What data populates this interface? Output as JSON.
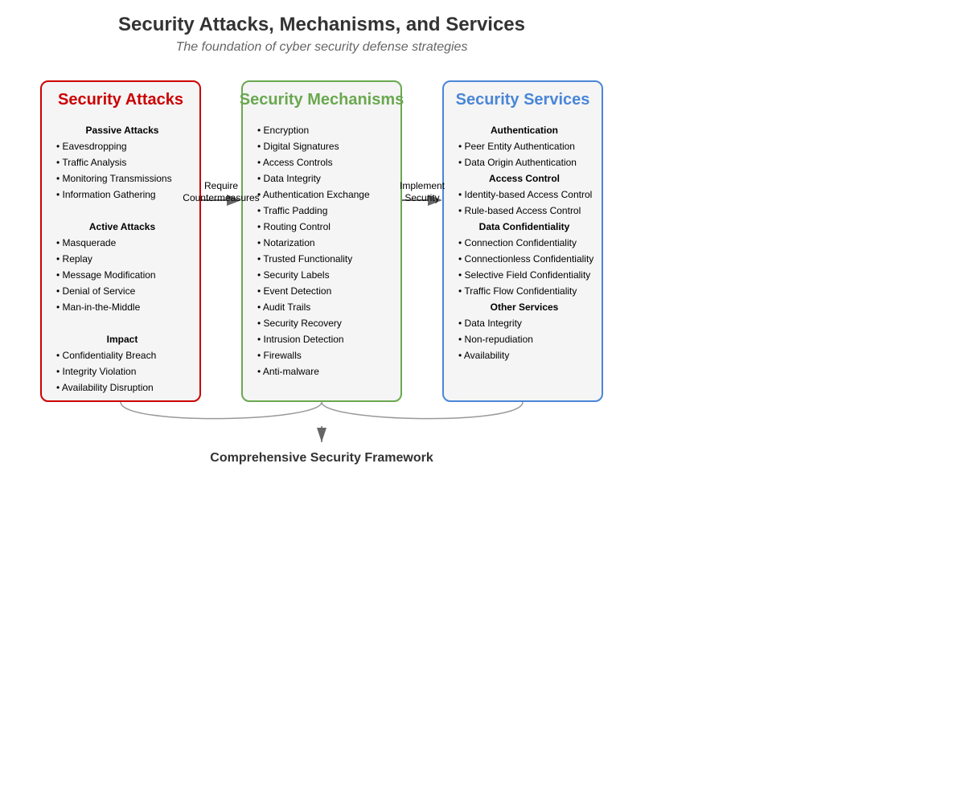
{
  "title": "Security Attacks, Mechanisms, and Services",
  "subtitle": "The foundation of cyber security defense strategies",
  "colors": {
    "attacks": "#cc0000",
    "mechanisms": "#6aa84f",
    "services": "#4a86d8",
    "box_fill": "#f5f5f5",
    "connector": "#999999",
    "arrow": "#666666"
  },
  "boxes": {
    "attacks": {
      "title": "Security Attacks",
      "groups": [
        {
          "heading": "Passive Attacks",
          "items": [
            "• Eavesdropping",
            "• Traffic Analysis",
            "• Monitoring Transmissions",
            "• Information Gathering"
          ]
        },
        {
          "heading": "Active Attacks",
          "items": [
            "• Masquerade",
            "• Replay",
            "• Message Modification",
            "• Denial of Service",
            "• Man-in-the-Middle"
          ]
        },
        {
          "heading": "Impact",
          "items": [
            "• Confidentiality Breach",
            "• Integrity Violation",
            "• Availability Disruption"
          ]
        }
      ]
    },
    "mechanisms": {
      "title": "Security Mechanisms",
      "items": [
        "• Encryption",
        "• Digital Signatures",
        "• Access Controls",
        "• Data Integrity",
        "• Authentication Exchange",
        "• Traffic Padding",
        "• Routing Control",
        "• Notarization",
        "• Trusted Functionality",
        "• Security Labels",
        "• Event Detection",
        "• Audit Trails",
        "• Security Recovery",
        "• Intrusion Detection",
        "• Firewalls",
        "• Anti-malware"
      ]
    },
    "services": {
      "title": "Security Services",
      "groups": [
        {
          "heading": "Authentication",
          "items": [
            "• Peer Entity Authentication",
            "• Data Origin Authentication"
          ]
        },
        {
          "heading": "Access Control",
          "items": [
            "• Identity-based Access Control",
            "• Rule-based Access Control"
          ]
        },
        {
          "heading": "Data Confidentiality",
          "items": [
            "• Connection Confidentiality",
            "• Connectionless Confidentiality",
            "• Selective Field Confidentiality",
            "• Traffic Flow Confidentiality"
          ]
        },
        {
          "heading": "Other Services",
          "items": [
            "• Data Integrity",
            "• Non-repudiation",
            "• Availability"
          ]
        }
      ]
    }
  },
  "arrows": {
    "attacks_to_mechanisms": {
      "line1": "Require",
      "line2": "Countermeasures"
    },
    "mechanisms_to_services": {
      "line1": "Implement",
      "line2": "Security"
    }
  },
  "footer": "Comprehensive Security Framework"
}
